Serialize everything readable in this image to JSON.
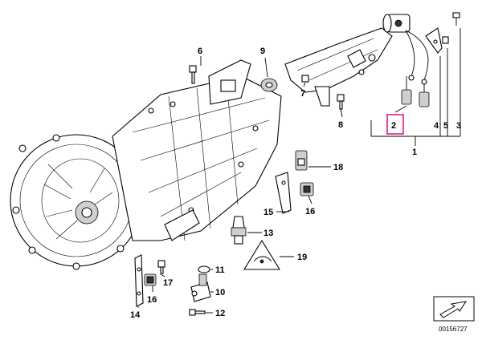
{
  "callouts": [
    {
      "id": "c1",
      "label": "1"
    },
    {
      "id": "c2",
      "label": "2",
      "highlighted": true
    },
    {
      "id": "c3",
      "label": "3"
    },
    {
      "id": "c4",
      "label": "4"
    },
    {
      "id": "c5",
      "label": "5"
    },
    {
      "id": "c6",
      "label": "6"
    },
    {
      "id": "c7",
      "label": "7"
    },
    {
      "id": "c8",
      "label": "8"
    },
    {
      "id": "c9",
      "label": "9"
    },
    {
      "id": "c10",
      "label": "10"
    },
    {
      "id": "c11",
      "label": "11"
    },
    {
      "id": "c12",
      "label": "12"
    },
    {
      "id": "c13",
      "label": "13"
    },
    {
      "id": "c14",
      "label": "14"
    },
    {
      "id": "c15",
      "label": "15"
    },
    {
      "id": "c16a",
      "label": "16"
    },
    {
      "id": "c16b",
      "label": "16"
    },
    {
      "id": "c17",
      "label": "17"
    },
    {
      "id": "c18",
      "label": "18"
    },
    {
      "id": "c19",
      "label": "19"
    }
  ],
  "document_id": "00156727",
  "highlight_color": "#e8198b",
  "icons": {
    "navigation": "arrow-next-icon",
    "warning_label": "warning-triangle-icon"
  }
}
